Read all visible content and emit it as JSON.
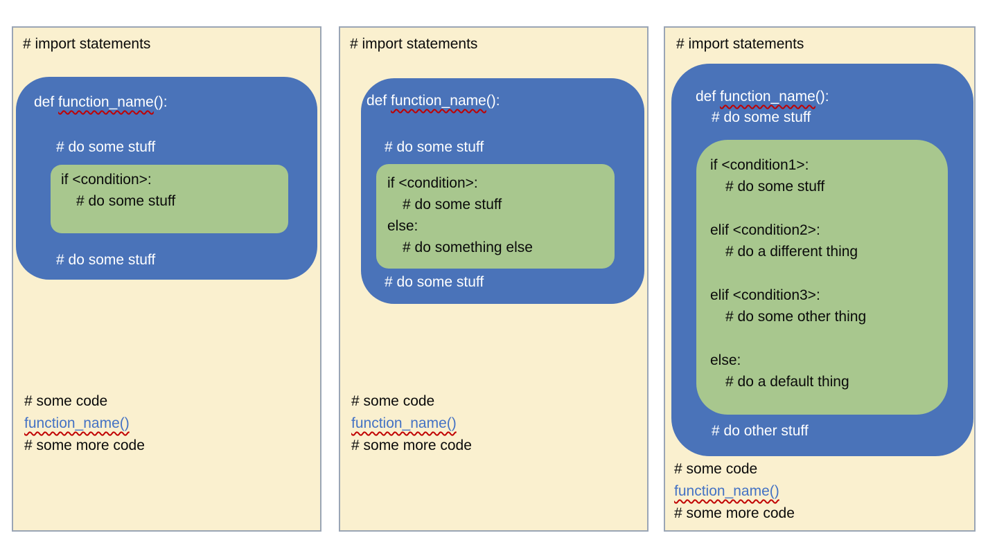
{
  "colors": {
    "page_background": "#FFFFFF",
    "panel_background": "#FAF0CF",
    "panel_border": "#9AA5B5",
    "function_box": "#4A73B9",
    "function_box_text": "#FFFFFF",
    "condition_box": "#A8C78E",
    "code_text": "#0A0A0A",
    "function_call_text": "#4472C4",
    "spellcheck_underline": "#C00000"
  },
  "panels": [
    {
      "import_line": "# import statements",
      "def": {
        "keyword": "def ",
        "name": "function_name",
        "suffix": "():"
      },
      "before_comment": "# do some stuff",
      "condition_groups": [
        {
          "head": "if <condition>:",
          "body": "# do some stuff"
        }
      ],
      "after_comment": "# do some stuff",
      "footer": {
        "pre": "# some code",
        "call": "function_name()",
        "post": "# some more code"
      }
    },
    {
      "import_line": "# import statements",
      "def": {
        "keyword": "def ",
        "name": "function_name",
        "suffix": "():"
      },
      "before_comment": "# do some stuff",
      "condition_groups": [
        {
          "head": "if <condition>:",
          "body": "# do some stuff"
        },
        {
          "head": "else:",
          "body": "# do something else"
        }
      ],
      "after_comment": "# do some stuff",
      "footer": {
        "pre": "# some code",
        "call": "function_name()",
        "post": "# some more code"
      }
    },
    {
      "import_line": "# import statements",
      "def": {
        "keyword": "def ",
        "name": "function_name",
        "suffix": "():"
      },
      "before_comment": "# do some stuff",
      "condition_groups": [
        {
          "head": "if <condition1>:",
          "body": "# do some stuff"
        },
        {
          "head": "elif <condition2>:",
          "body": "# do a different thing"
        },
        {
          "head": "elif <condition3>:",
          "body": "# do some other thing"
        },
        {
          "head": "else:",
          "body": "# do a default thing"
        }
      ],
      "after_comment": "# do other stuff",
      "footer": {
        "pre": "# some code",
        "call": "function_name()",
        "post": "# some more code"
      }
    }
  ]
}
